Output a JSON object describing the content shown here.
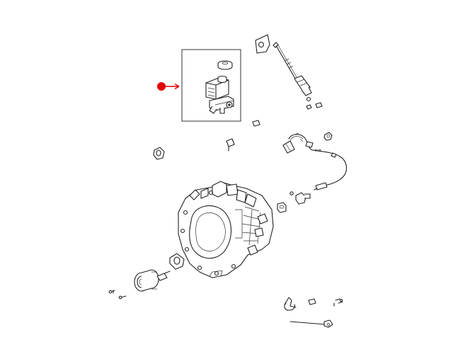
{
  "diagram": {
    "accent_color": "#e00000",
    "line_color": "#222222",
    "background": "#ffffff",
    "highlighted_part": "brake-master-cylinder",
    "callout": {
      "marker": "red-dot",
      "points_to": "brake-master-cylinder-box"
    },
    "parts": [
      "brake-master-cylinder",
      "reservoir-cap",
      "clutch-master-cylinder-rod",
      "mounting-plate",
      "hydraulic-hose",
      "wiring-harness",
      "transmission-case",
      "clutch-slave-cylinder",
      "release-bearing",
      "fasteners",
      "bracket-clip",
      "cable-tie"
    ]
  }
}
